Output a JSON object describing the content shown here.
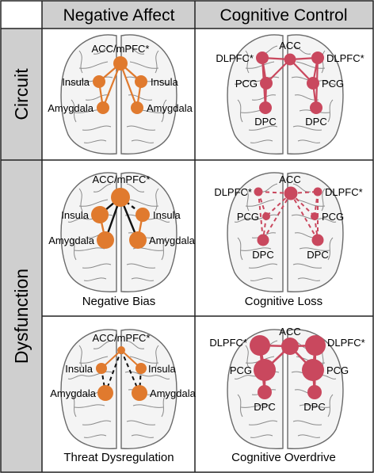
{
  "columns": {
    "negative_affect": "Negative Affect",
    "cognitive_control": "Cognitive Control"
  },
  "rows": {
    "circuit": "Circuit",
    "dysfunction": "Dysfunction"
  },
  "colors": {
    "orange": "#e07a2e",
    "red": "#c9485e",
    "header_gray": "#cfcfcf",
    "brain_fill": "#f4f4f4",
    "brain_stroke": "#6a6a6a"
  },
  "panels": {
    "na_circuit": {
      "caption": "",
      "labels": {
        "acc": "ACC/mPFC*",
        "insula_l": "Insula",
        "insula_r": "Insula",
        "amyg_l": "Amygdala",
        "amyg_r": "Amygdala"
      }
    },
    "cc_circuit": {
      "caption": "",
      "labels": {
        "acc": "ACC",
        "dlpfc_l": "DLPFC*",
        "dlpfc_r": "DLPFC*",
        "pcg_l": "PCG",
        "pcg_r": "PCG",
        "dpc_l": "DPC",
        "dpc_r": "DPC"
      }
    },
    "na_negative_bias": {
      "caption": "Negative Bias",
      "labels": {
        "acc": "ACC/mPFC*",
        "insula_l": "Insula",
        "insula_r": "Insula",
        "amyg_l": "Amygdala",
        "amyg_r": "Amygdala"
      }
    },
    "cc_cognitive_loss": {
      "caption": "Cognitive Loss",
      "labels": {
        "acc": "ACC",
        "dlpfc_l": "DLPFC*",
        "dlpfc_r": "DLPFC*",
        "pcg_l": "PCG",
        "pcg_r": "PCG",
        "dpc_l": "DPC",
        "dpc_r": "DPC"
      }
    },
    "na_threat_dysregulation": {
      "caption": "Threat Dysregulation",
      "labels": {
        "acc": "ACC/mPFC*",
        "insula_l": "Insula",
        "insula_r": "Insula",
        "amyg_l": "Amygdala",
        "amyg_r": "Amygdala"
      }
    },
    "cc_cognitive_overdrive": {
      "caption": "Cognitive Overdrive",
      "labels": {
        "acc": "ACC",
        "dlpfc_l": "DLPFC*",
        "dlpfc_r": "DLPFC*",
        "pcg_l": "PCG",
        "pcg_r": "PCG",
        "dpc_l": "DPC",
        "dpc_r": "DPC"
      }
    }
  }
}
